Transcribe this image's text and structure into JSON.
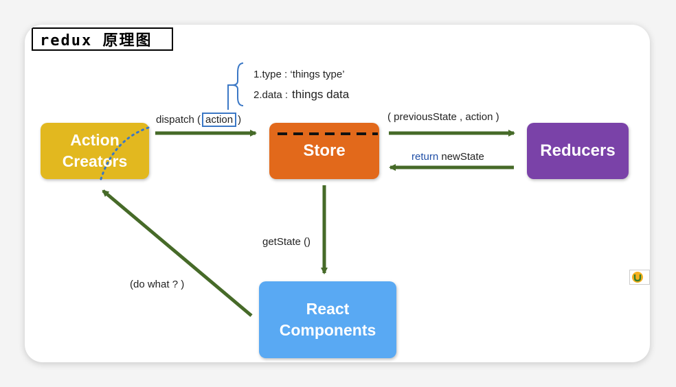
{
  "title": "redux 原理图",
  "nodes": {
    "action_creators": "Action\nCreators",
    "store": "Store",
    "reducers": "Reducers",
    "react_components": "React\nComponents"
  },
  "labels": {
    "dispatch_prefix": "dispatch (",
    "dispatch_action": "action",
    "dispatch_suffix": ")",
    "previous_state": "( previousState , action )",
    "return_keyword": "return",
    "return_value": "newState",
    "get_state": "getState ()",
    "do_what": "(do what ? )",
    "action_type": "1.type : ‘things type’",
    "action_data_key": "2.data :",
    "action_data_value": "things data"
  },
  "colors": {
    "arrow": "#466a28",
    "action_creators": "#e2b81f",
    "store": "#e2691b",
    "reducers": "#7a42a8",
    "react_components": "#59a9f3",
    "highlight": "#3a77c5"
  }
}
